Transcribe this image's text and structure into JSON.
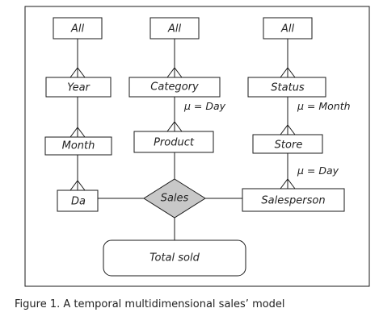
{
  "nodes": {
    "all_year": "All",
    "all_category": "All",
    "all_status": "All",
    "year": "Year",
    "category": "Category",
    "status": "Status",
    "month": "Month",
    "product": "Product",
    "store": "Store",
    "day": "Da",
    "sales": "Sales",
    "salesperson": "Salesperson",
    "total_sold": "Total sold"
  },
  "annotations": {
    "product_category": "μ = Day",
    "store_status": "μ = Month",
    "salesperson_store": "μ = Day"
  },
  "colors": {
    "sales_fill": "#c8c8c8",
    "line": "#1a1a1a"
  },
  "caption": "Figure 1. A temporal multidimensional sales’ model"
}
